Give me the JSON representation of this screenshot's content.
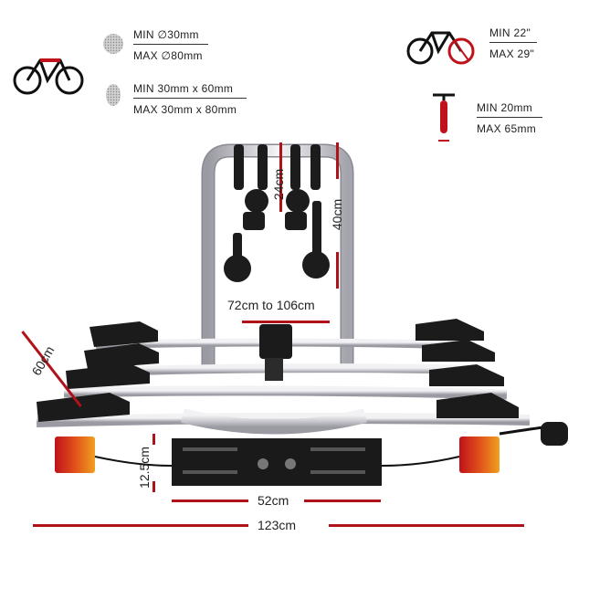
{
  "specs": {
    "frame_round": {
      "min": "MIN ∅30mm",
      "max": "MAX ∅80mm"
    },
    "frame_oval": {
      "min": "MIN  30mm x 60mm",
      "max": "MAX 30mm x 80mm"
    },
    "wheel_size": {
      "min": "MIN 22\"",
      "max": "MAX 29\""
    },
    "tyre_width": {
      "min": "MIN  20mm",
      "max": "MAX 65mm"
    }
  },
  "dimensions": {
    "arm_height": "24cm",
    "upright_height": "40cm",
    "width_adjust": "72cm to 106cm",
    "depth": "60cm",
    "plate_height": "12.5cm",
    "plate_width": "52cm",
    "total_width": "123cm"
  },
  "colors": {
    "accent": "#b0121a",
    "frame": "#d8d8dc",
    "dark": "#1a1a1a"
  }
}
